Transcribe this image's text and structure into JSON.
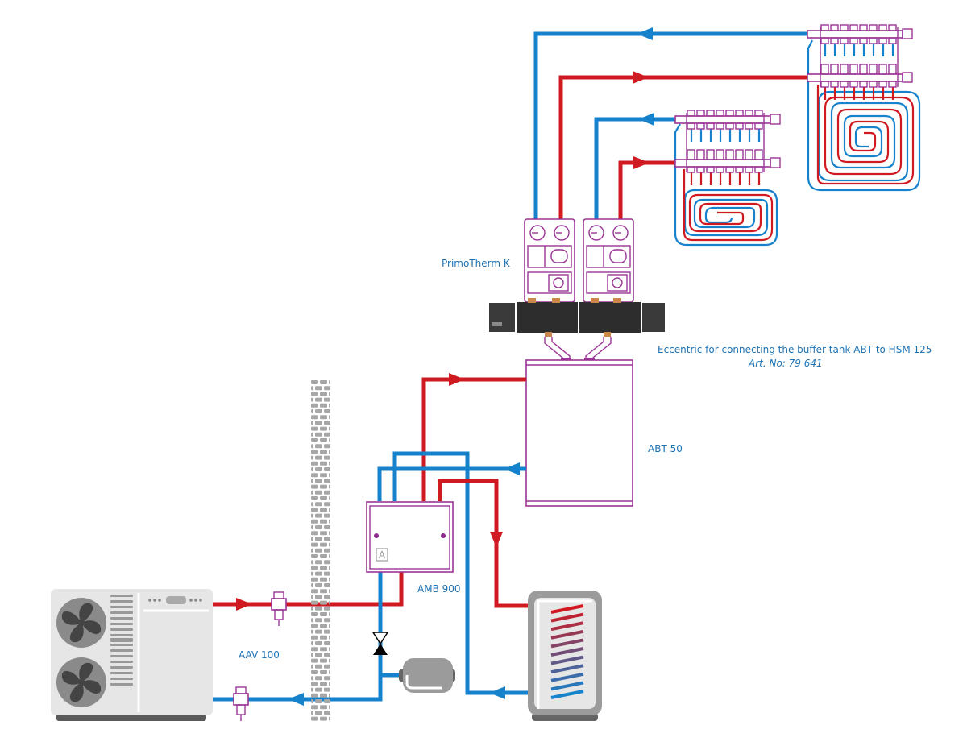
{
  "diagram": {
    "title": "Heat pump hydraulic schematic",
    "labels": {
      "primotherm": "PrimoTherm K",
      "eccentric": "Eccentric for connecting the buffer tank ABT to HSM 125",
      "art_no": "Art. No: 79 641",
      "abt": "ABT 50",
      "amb": "AMB 900",
      "aav": "AAV 100"
    },
    "components": [
      {
        "id": "heat-pump",
        "name": "Outdoor heat pump unit"
      },
      {
        "id": "aav-100",
        "name": "AAV 100 anti-freeze valves"
      },
      {
        "id": "wall",
        "name": "Building wall"
      },
      {
        "id": "amb-900",
        "name": "AMB 900 module",
        "badge": "A"
      },
      {
        "id": "abt-50",
        "name": "ABT 50 buffer tank"
      },
      {
        "id": "primotherm-k",
        "name": "PrimoTherm K pump stations",
        "count": 2
      },
      {
        "id": "hsm-manifold",
        "name": "Distribution manifold HSM 125"
      },
      {
        "id": "ufh-manifold-1",
        "name": "Underfloor heating manifold 1",
        "loops": 8
      },
      {
        "id": "ufh-manifold-2",
        "name": "Underfloor heating manifold 2",
        "loops": 8
      },
      {
        "id": "dhw-tank",
        "name": "Hot water storage tank"
      },
      {
        "id": "expansion-vessel",
        "name": "Expansion vessel"
      },
      {
        "id": "shutoff-valve",
        "name": "Shut-off valve"
      }
    ],
    "colors": {
      "supply": "#cf1a21",
      "return": "#1782cc",
      "outline": "#9b3596",
      "label": "#1d72b4",
      "unit_body": "#e6e6e6",
      "unit_dark": "#555555"
    }
  }
}
